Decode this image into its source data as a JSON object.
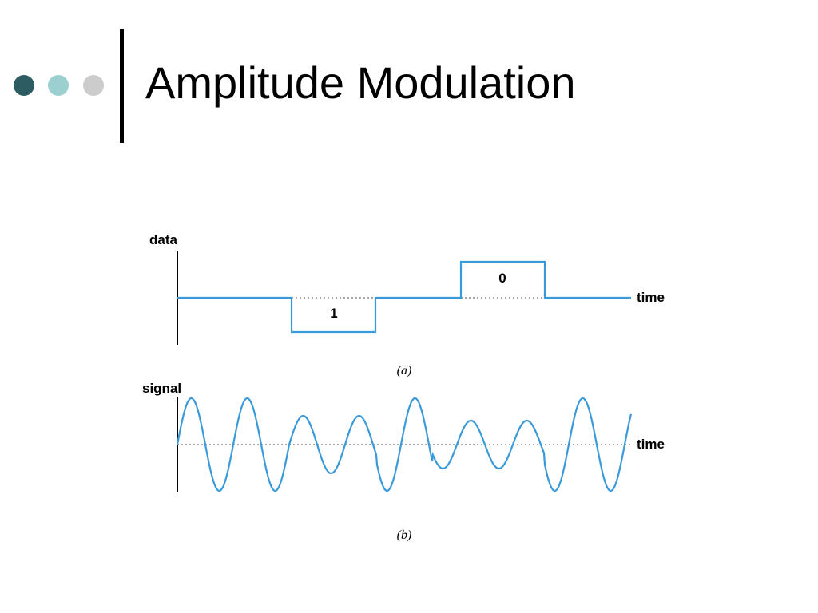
{
  "slide": {
    "title": "Amplitude Modulation",
    "dot_colors": [
      "#2e5c63",
      "#9ccfd0",
      "#cccccc"
    ]
  },
  "diagram_a": {
    "y_label": "data",
    "x_label": "time",
    "bit_labels": [
      "1",
      "0"
    ],
    "caption": "(a)"
  },
  "diagram_b": {
    "y_label": "signal",
    "x_label": "time",
    "caption": "(b)"
  },
  "colors": {
    "signal": "#3a9ad9",
    "axis": "#000000",
    "baseline_dotted": "#888888"
  }
}
